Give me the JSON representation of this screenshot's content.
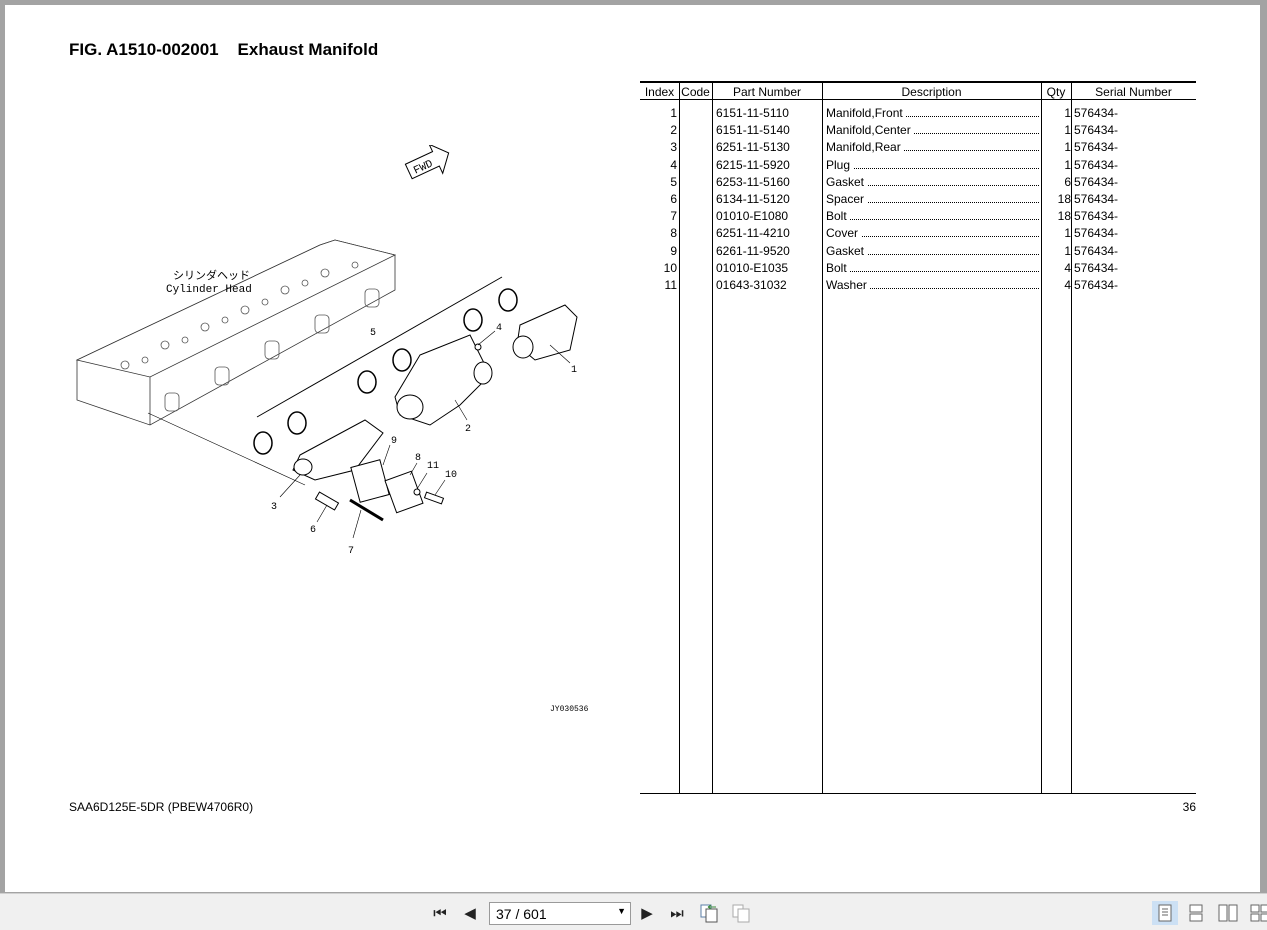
{
  "figure": {
    "number": "FIG. A1510-002001",
    "name": "Exhaust Manifold"
  },
  "drawing": {
    "fwd_label": "FWD",
    "cylinder_head_jp": "シリンダヘッド",
    "cylinder_head_en": "Cylinder Head",
    "drawing_code": "JY030536",
    "callouts": [
      "1",
      "2",
      "3",
      "4",
      "5",
      "6",
      "7",
      "8",
      "9",
      "10",
      "11"
    ]
  },
  "table": {
    "headers": [
      "Index",
      "Code",
      "Part Number",
      "Description",
      "Qty",
      "Serial Number"
    ],
    "rows": [
      {
        "index": "1",
        "code": "",
        "part": "6151-11-5110",
        "desc": "Manifold,Front",
        "qty": "1",
        "serial": "576434-"
      },
      {
        "index": "2",
        "code": "",
        "part": "6151-11-5140",
        "desc": "Manifold,Center",
        "qty": "1",
        "serial": "576434-"
      },
      {
        "index": "3",
        "code": "",
        "part": "6251-11-5130",
        "desc": "Manifold,Rear",
        "qty": "1",
        "serial": "576434-"
      },
      {
        "index": "4",
        "code": "",
        "part": "6215-11-5920",
        "desc": "Plug",
        "qty": "1",
        "serial": "576434-"
      },
      {
        "index": "5",
        "code": "",
        "part": "6253-11-5160",
        "desc": "Gasket",
        "qty": "6",
        "serial": "576434-"
      },
      {
        "index": "6",
        "code": "",
        "part": "6134-11-5120",
        "desc": "Spacer",
        "qty": "18",
        "serial": "576434-"
      },
      {
        "index": "7",
        "code": "",
        "part": "01010-E1080",
        "desc": "Bolt",
        "qty": "18",
        "serial": "576434-"
      },
      {
        "index": "8",
        "code": "",
        "part": "6251-11-4210",
        "desc": "Cover",
        "qty": "1",
        "serial": "576434-"
      },
      {
        "index": "9",
        "code": "",
        "part": "6261-11-9520",
        "desc": "Gasket",
        "qty": "1",
        "serial": "576434-"
      },
      {
        "index": "10",
        "code": "",
        "part": "01010-E1035",
        "desc": "Bolt",
        "qty": "4",
        "serial": "576434-"
      },
      {
        "index": "11",
        "code": "",
        "part": "01643-31032",
        "desc": "Washer",
        "qty": "4",
        "serial": "576434-"
      }
    ]
  },
  "footer": {
    "model": "SAA6D125E-5DR (PBEW4706R0)",
    "page_number": "36"
  },
  "viewer": {
    "page_field": "37 / 601"
  }
}
